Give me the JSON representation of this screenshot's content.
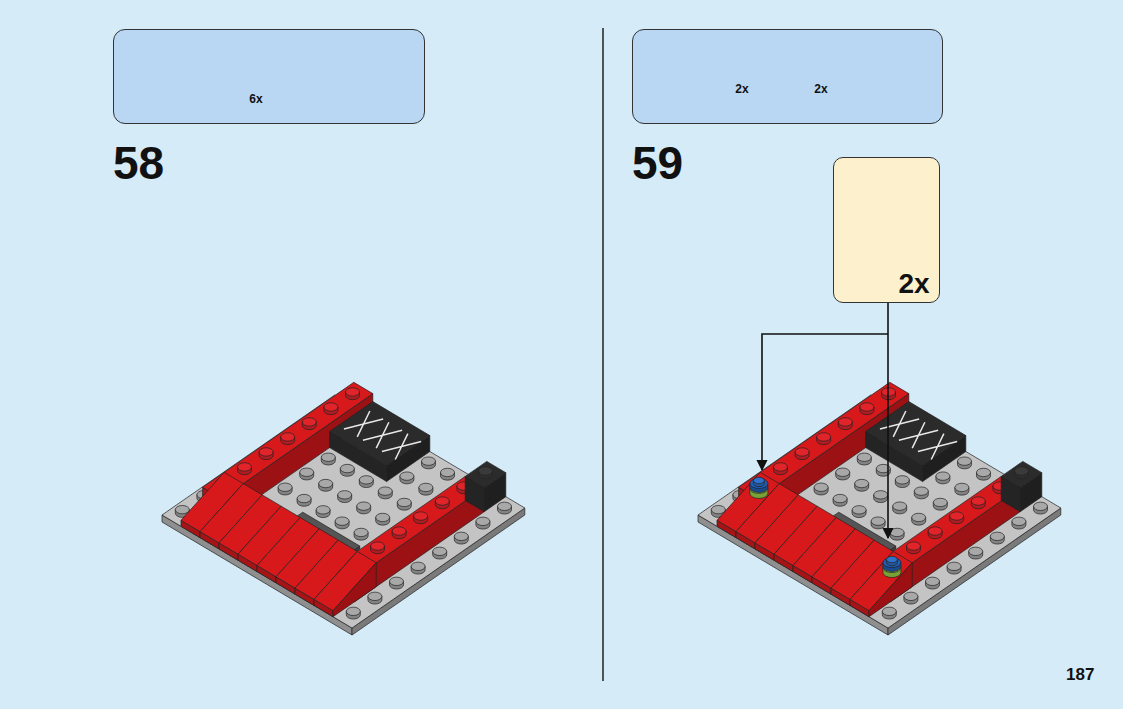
{
  "diagram": {
    "nodes": [
      {
        "text": [
          "6x"
        ]
      },
      {
        "text": [
          "2x",
          "2x"
        ]
      },
      {
        "text": [
          "2x"
        ]
      }
    ],
    "labels": [
      "58",
      "59",
      "187"
    ]
  }
}
